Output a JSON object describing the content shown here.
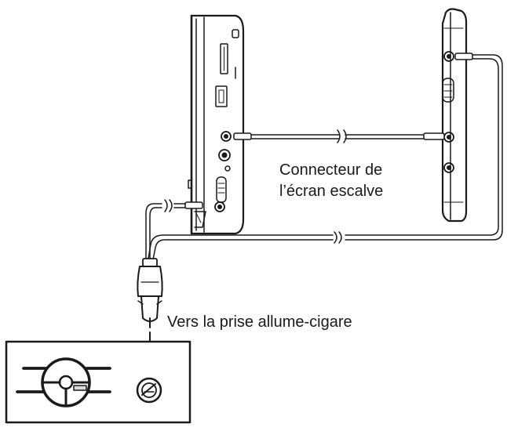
{
  "labels": {
    "connector_line1": "Connecteur de",
    "connector_line2": "l’écran escalve",
    "cigarette_socket": "Vers la prise allume-cigare"
  },
  "colors": {
    "stroke": "#1a1a1a",
    "fill_light": "#ffffff",
    "fill_gray": "#d9d9d9"
  },
  "icons": {
    "main_player": "portable-dvd-player-side-view",
    "slave_screen": "slave-screen-side-view",
    "car_adapter": "car-cigarette-adapter-plug",
    "steering_wheel": "steering-wheel-icon",
    "socket": "cigarette-lighter-socket-icon"
  }
}
